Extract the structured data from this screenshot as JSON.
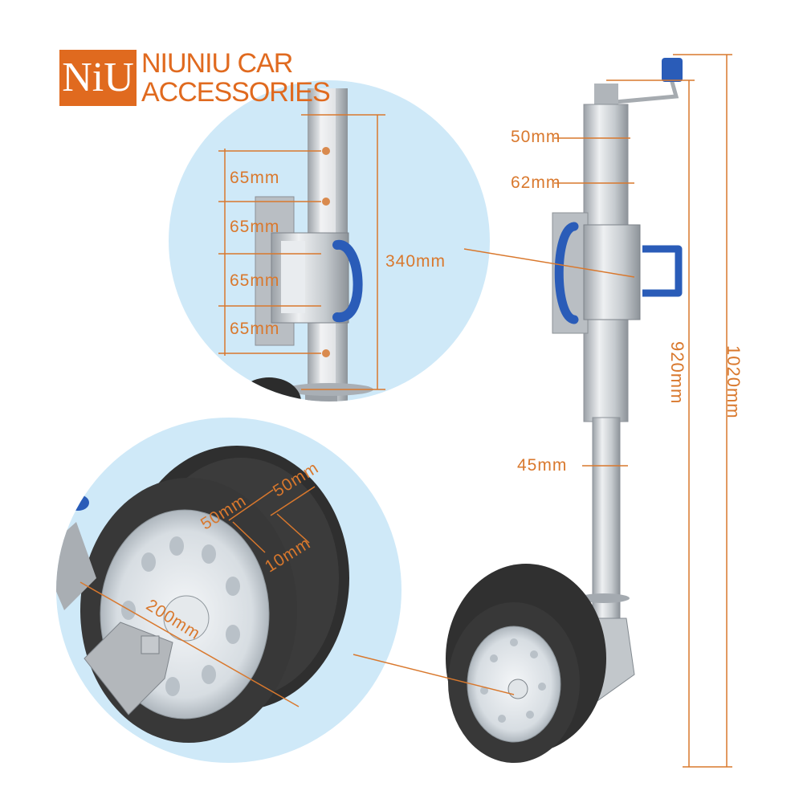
{
  "brand": {
    "logo_letters": "NiU",
    "line1": "NIUNIU CAR",
    "line2": "ACCESSORIES",
    "color": "#e06a1f"
  },
  "dimensions": {
    "spacing_1": "65mm",
    "spacing_2": "65mm",
    "spacing_3": "65mm",
    "spacing_4": "65mm",
    "travel": "340mm",
    "top_tube": "50mm",
    "mid_tube": "62mm",
    "inner_tube": "45mm",
    "height_920": "920mm",
    "height_1020": "1020mm",
    "wheel_width_1": "50mm",
    "wheel_width_2": "50mm",
    "wheel_gap": "10mm",
    "wheel_diameter": "200mm"
  },
  "colors": {
    "label": "#d9782d",
    "circle_bg": "#cfe9f8",
    "handle_blue": "#2a5cb8"
  }
}
